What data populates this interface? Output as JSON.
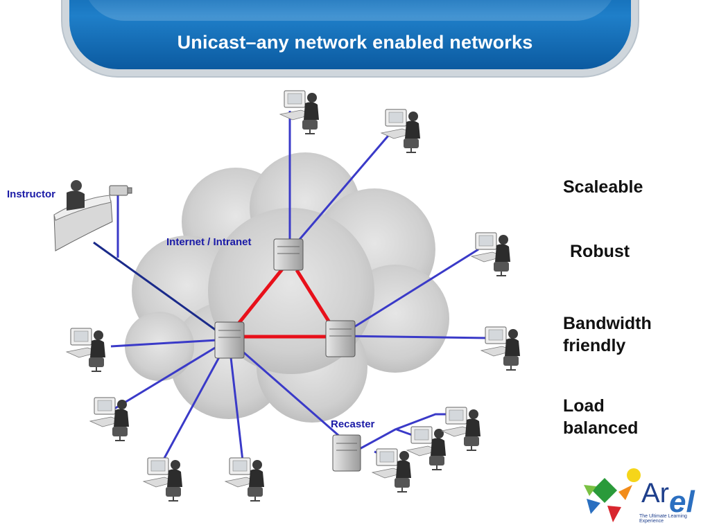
{
  "title": "Unicast–any network enabled networks",
  "labels": {
    "instructor": "Instructor",
    "cloud": "Internet / Intranet",
    "recaster": "Recaster"
  },
  "features": [
    "Scaleable",
    "Robust",
    "Bandwidth friendly",
    "Load balanced"
  ],
  "logo": {
    "ar": "Ar",
    "el": "el",
    "tagline": "The Ultimate Learning Experience"
  },
  "colors": {
    "banner": "#0b5fa8",
    "link_blue": "#3a3ac8",
    "link_red": "#e8101a",
    "instructor_link": "#1a2a8a",
    "label_blue": "#1a1aa6"
  }
}
